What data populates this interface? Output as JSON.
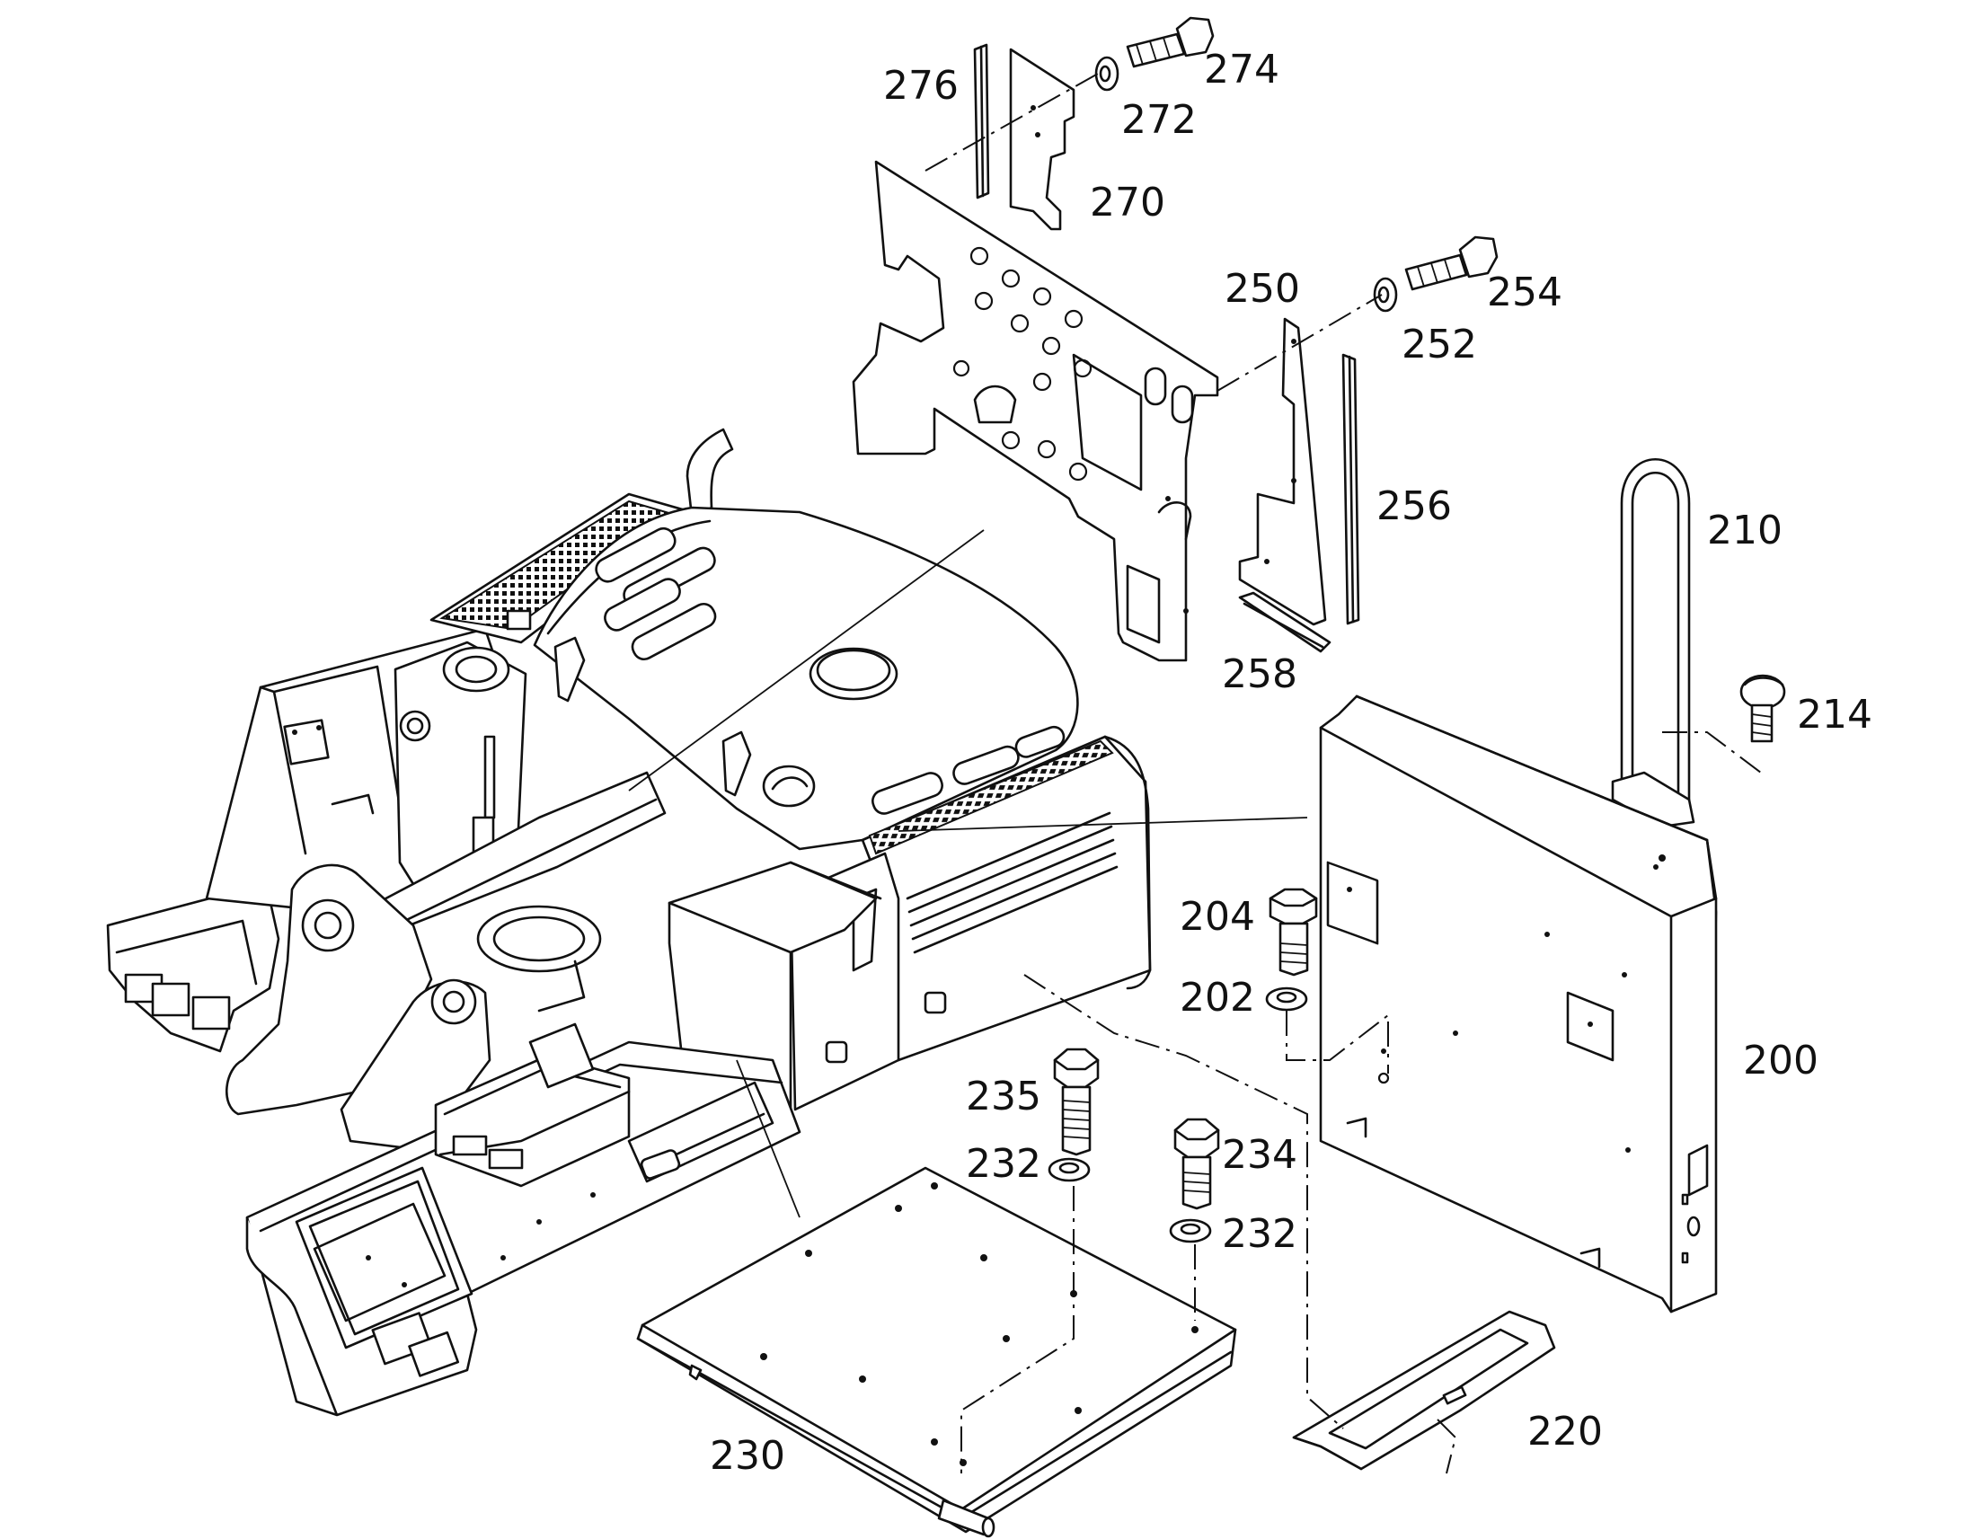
{
  "labels": {
    "p276": "276",
    "p274": "274",
    "p272": "272",
    "p270": "270",
    "p250": "250",
    "p254": "254",
    "p252": "252",
    "p256": "256",
    "p258": "258",
    "p210": "210",
    "p214": "214",
    "p204": "204",
    "p202": "202",
    "p200": "200",
    "p235": "235",
    "p232a": "232",
    "p234": "234",
    "p232b": "232",
    "p230": "230",
    "p220": "220"
  },
  "colors": {
    "line": "#111111",
    "background": "#ffffff"
  }
}
